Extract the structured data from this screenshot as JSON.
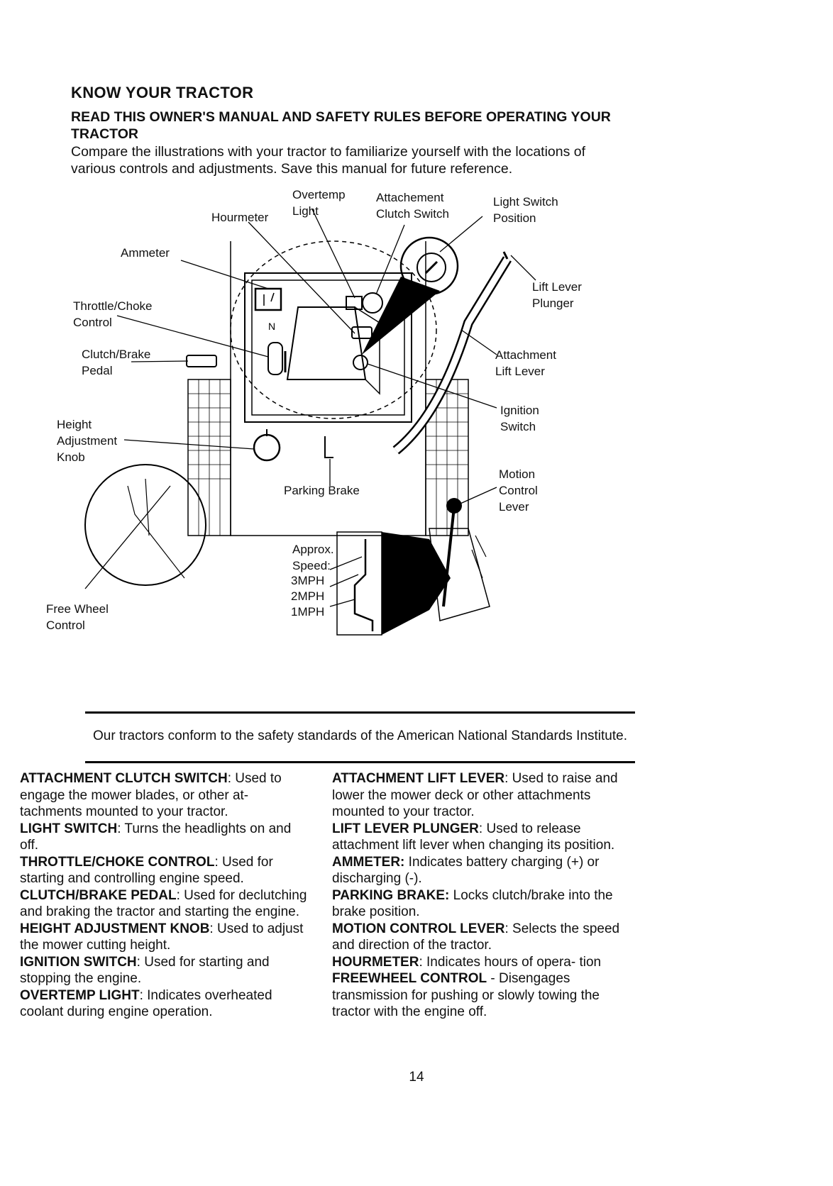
{
  "title": "KNOW YOUR TRACTOR",
  "subtitle": "READ THIS OWNER'S MANUAL AND SAFETY RULES BEFORE OPERATING YOUR TRACTOR",
  "intro": "Compare the illustrations with your tractor to familiarize yourself with the locations of various controls and adjustments. Save this manual for future reference.",
  "diagram_labels": {
    "overtemp_light": "Overtemp\nLight",
    "hourmeter": "Hourmeter",
    "attachment_clutch_switch": "Attachement\nClutch Switch",
    "light_switch_position": "Light Switch\nPosition",
    "ammeter": "Ammeter",
    "throttle_choke": "Throttle/Choke\nControl",
    "lift_lever_plunger": "Lift Lever\nPlunger",
    "clutch_brake_pedal": "Clutch/Brake\nPedal",
    "attachment_lift_lever": "Attachment\nLift Lever",
    "ignition_switch": "Ignition\nSwitch",
    "height_adjustment_knob": "Height\nAdjustment\nKnob",
    "motion_control_lever": "Motion\nControl\nLever",
    "parking_brake": "Parking Brake",
    "approx_speed": "Approx.\nSpeed:",
    "speed_3": "3MPH",
    "speed_2": "2MPH",
    "speed_1": "1MPH",
    "free_wheel_control": "Free Wheel\nControl",
    "gear_neutral": "N"
  },
  "standards_note": "Our tractors conform to the safety standards of the American National Standards Institute.",
  "left_column": [
    {
      "term": "ATTACHMENT CLUTCH SWITCH",
      "sep": ": ",
      "text": "Used to engage the mower blades, or other at- tachments mounted to your tractor."
    },
    {
      "term": "LIGHT SWITCH",
      "sep": ": ",
      "text": "Turns the headlights on and off."
    },
    {
      "term": "THROTTLE/CHOKE CONTROL",
      "sep": ": ",
      "text": "Used for starting and controlling engine speed."
    },
    {
      "term": "CLUTCH/BRAKE PEDAL",
      "sep": ": ",
      "text": "Used for declutching and braking the tractor and starting the engine."
    },
    {
      "term": "HEIGHT ADJUSTMENT KNOB",
      "sep": ": ",
      "text": "Used to adjust the mower cutting height."
    },
    {
      "term": "IGNITION SWITCH",
      "sep": ": ",
      "text": "Used for starting and stopping the engine."
    },
    {
      "term": "OVERTEMP LIGHT",
      "sep": ": ",
      "text": "Indicates overheated coolant during engine operation."
    }
  ],
  "right_column": [
    {
      "term": "ATTACHMENT LIFT LEVER",
      "sep": ": ",
      "text": "Used to raise and lower the mower deck or other attachments mounted to your tractor."
    },
    {
      "term": "LIFT LEVER PLUNGER",
      "sep": ": ",
      "text": "Used to release attachment lift lever when changing its position."
    },
    {
      "term": "AMMETER:",
      "sep": " ",
      "text": "Indicates battery charging (+) or discharging (-)."
    },
    {
      "term": "PARKING BRAKE:",
      "sep": " ",
      "text": "Locks clutch/brake into the brake position."
    },
    {
      "term": "MOTION CONTROL LEVER",
      "sep": ": ",
      "text": "Selects the speed and direction of the tractor."
    },
    {
      "term": "HOURMETER",
      "sep": ": ",
      "text": "Indicates hours of opera- tion"
    },
    {
      "term": "FREEWHEEL CONTROL",
      "sep": " - ",
      "text": "Disengages transmission for pushing or slowly towing the tractor with the engine off."
    }
  ],
  "page_number": "14"
}
